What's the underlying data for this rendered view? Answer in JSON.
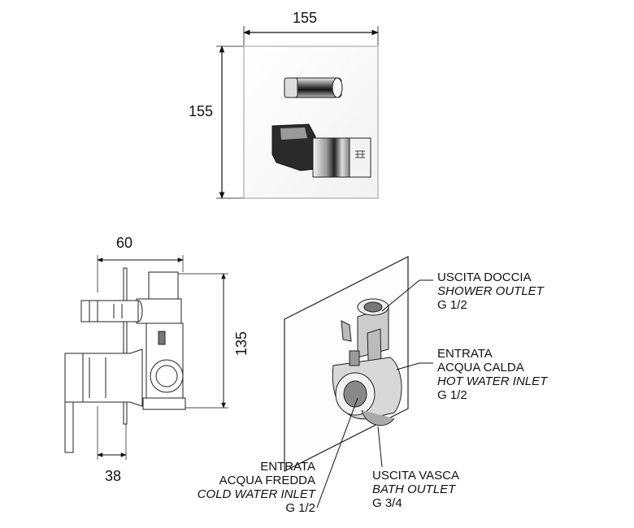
{
  "dimensions": {
    "plate_width": "155",
    "plate_height": "155",
    "body_depth": "60",
    "body_height": "135",
    "handle_depth": "38"
  },
  "callouts": {
    "shower_outlet": {
      "it": "USCITA DOCCIA",
      "en": "SHOWER OUTLET",
      "size": "G 1/2"
    },
    "hot_inlet": {
      "it1": "ENTRATA",
      "it2": "ACQUA CALDA",
      "en": "HOT WATER INLET",
      "size": "G 1/2"
    },
    "cold_inlet": {
      "it1": "ENTRATA",
      "it2": "ACQUA FREDDA",
      "en": "COLD WATER INLET",
      "size": "G 1/2"
    },
    "bath_outlet": {
      "it": "USCITA VASCA",
      "en": "BATH OUTLET",
      "size": "G 3/4"
    }
  }
}
